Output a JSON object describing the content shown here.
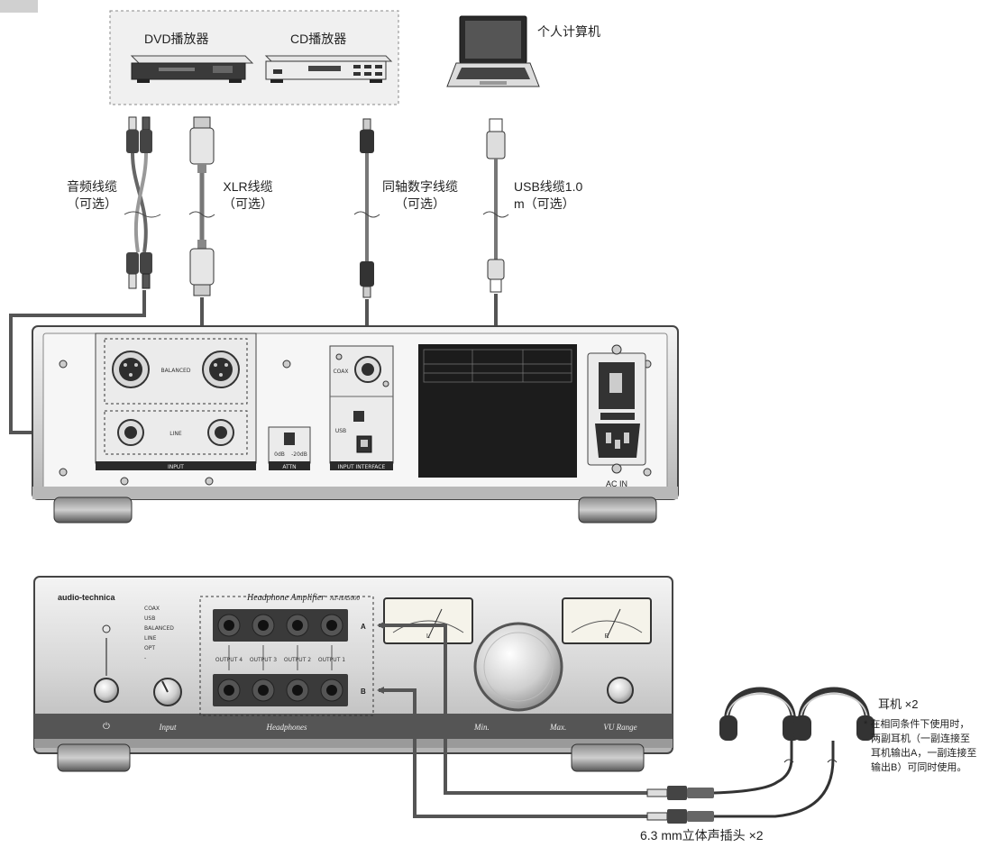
{
  "devices": {
    "dvd": "DVD播放器",
    "cd": "CD播放器",
    "pc": "个人计算机"
  },
  "cables": {
    "audio": {
      "name": "音频线缆",
      "note": "（可选）"
    },
    "xlr": {
      "name": "XLR线缆",
      "note": "（可选）"
    },
    "coax": {
      "name": "同轴数字线缆",
      "note": "（可选）"
    },
    "usb": {
      "name": "USB线缆1.0",
      "note": "m（可选）"
    }
  },
  "rear_panel": {
    "balanced": "BALANCED",
    "line": "LINE",
    "input": "INPUT",
    "attn": "ATTN",
    "attn_options": [
      "0dB",
      "-20dB"
    ],
    "coax_port": "COAX",
    "input_interface": "INPUT INTERFACE",
    "usb_port": "USB",
    "ac_in": "AC IN"
  },
  "front_panel": {
    "brand": "audio-technica",
    "title": "Headphone Amplifier",
    "model": "AT-HA5000",
    "input_list": [
      "COAX",
      "USB",
      "BALANCED",
      "LINE",
      "OPT",
      "-"
    ],
    "labels": {
      "input": "Input",
      "headphones": "Headphones",
      "vu_range": "VU Range",
      "min": "Min.",
      "max": "Max."
    },
    "rows": [
      "A",
      "B"
    ],
    "column_labels": [
      "OUTPUT 4",
      "OUTPUT 3",
      "OUTPUT 2",
      "OUTPUT 1"
    ],
    "vu_meters": [
      "L",
      "R"
    ]
  },
  "headphones": {
    "label": "耳机 ×2",
    "note_lines": [
      "* 在相同条件下使用时，",
      "两副耳机（一副连接至",
      "耳机输出A，一副连接至",
      "输出B）可同时使用。"
    ]
  },
  "plug": {
    "label": "6.3 mm立体声插头 ×2"
  }
}
